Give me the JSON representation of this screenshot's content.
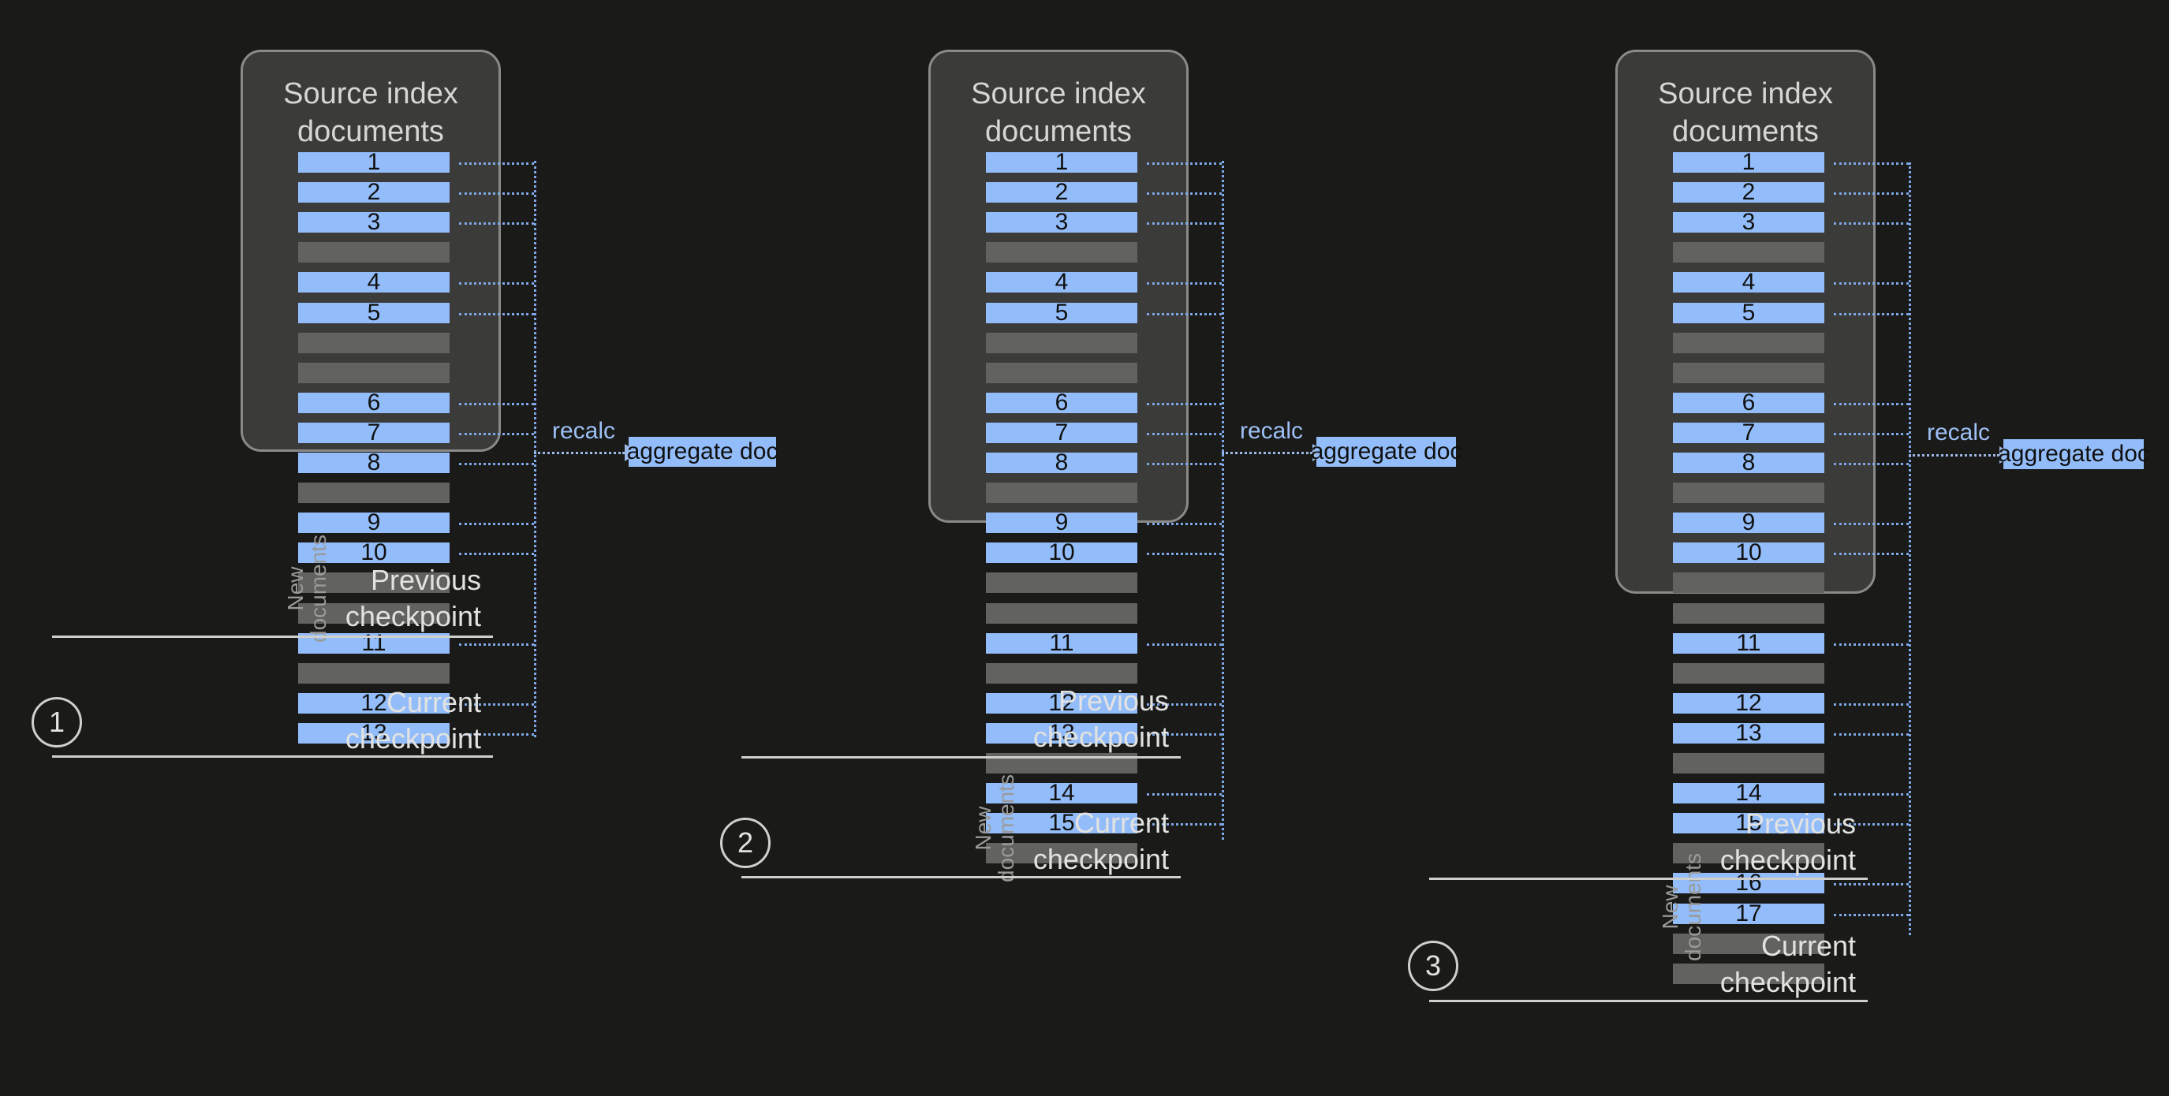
{
  "diagram": {
    "title_unused": "",
    "colors": {
      "background": "#1a1a19",
      "panel_fill": "#3b3b39",
      "panel_border": "#8a8a88",
      "doc_blue": "#93bdfa",
      "doc_gap_gray": "#626260",
      "connector_blue": "#7ea8e8",
      "checkpoint_line": "#cfcfcd",
      "label_text": "#e2e2e0"
    },
    "panel_title": "Source index\ndocuments",
    "panel_title_line1": "Source index",
    "panel_title_line2": "documents",
    "new_documents_label_line1": "New",
    "new_documents_label_line2": "documents",
    "previous_checkpoint_line1": "Previous",
    "previous_checkpoint_line2": "checkpoint",
    "current_checkpoint_line1": "Current",
    "current_checkpoint_line2": "checkpoint",
    "recalc_label": "recalc",
    "aggregate_doc_label": "aggregate doc"
  },
  "panels": [
    {
      "step": "1",
      "title_line1": "Source index",
      "title_line2": "documents",
      "recalc_label": "recalc",
      "aggregate_doc_label": "aggregate doc",
      "new_documents_label_line1": "New",
      "new_documents_label_line2": "documents",
      "previous_checkpoint_line1": "Previous",
      "previous_checkpoint_line2": "checkpoint",
      "current_checkpoint_line1": "Current",
      "current_checkpoint_line2": "checkpoint",
      "rows_before_checkpoint": [
        "1",
        "2",
        "3",
        "",
        "4",
        "5",
        "",
        "",
        "6",
        "7",
        "8",
        "",
        "9",
        "10",
        "",
        ""
      ],
      "rows_after_checkpoint": [
        "11",
        "",
        "12",
        "13"
      ]
    },
    {
      "step": "2",
      "title_line1": "Source index",
      "title_line2": "documents",
      "recalc_label": "recalc",
      "aggregate_doc_label": "aggregate doc",
      "new_documents_label_line1": "New",
      "new_documents_label_line2": "documents",
      "previous_checkpoint_line1": "Previous",
      "previous_checkpoint_line2": "checkpoint",
      "current_checkpoint_line1": "Current",
      "current_checkpoint_line2": "checkpoint",
      "rows_before_checkpoint": [
        "1",
        "2",
        "3",
        "",
        "4",
        "5",
        "",
        "",
        "6",
        "7",
        "8",
        "",
        "9",
        "10",
        "",
        "",
        "11",
        "",
        "12",
        "13"
      ],
      "rows_after_checkpoint": [
        "",
        "14",
        "15",
        ""
      ]
    },
    {
      "step": "3",
      "title_line1": "Source index",
      "title_line2": "documents",
      "recalc_label": "recalc",
      "aggregate_doc_label": "aggregate doc",
      "new_documents_label_line1": "New",
      "new_documents_label_line2": "documents",
      "previous_checkpoint_line1": "Previous",
      "previous_checkpoint_line2": "checkpoint",
      "current_checkpoint_line1": "Current",
      "current_checkpoint_line2": "checkpoint",
      "rows_before_checkpoint": [
        "1",
        "2",
        "3",
        "",
        "4",
        "5",
        "",
        "",
        "6",
        "7",
        "8",
        "",
        "9",
        "10",
        "",
        "",
        "11",
        "",
        "12",
        "13",
        "",
        "14",
        "15",
        ""
      ],
      "rows_after_checkpoint": [
        "16",
        "17",
        "",
        ""
      ]
    }
  ]
}
